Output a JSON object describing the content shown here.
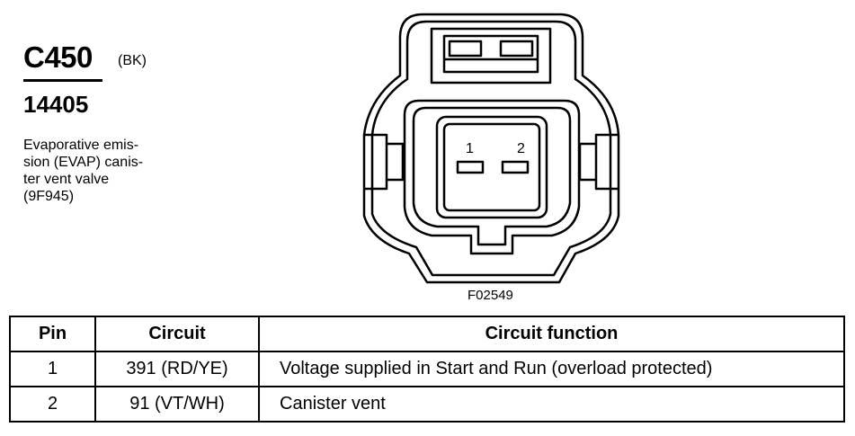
{
  "connector": {
    "id": "C450",
    "color": "(BK)",
    "part_number": "14405",
    "description_lines": [
      "Evaporative emis-",
      "sion (EVAP) canis-",
      "ter vent valve",
      "(9F945)"
    ],
    "figure_number": "F02549",
    "face_pin_labels": [
      "1",
      "2"
    ]
  },
  "table": {
    "headers": {
      "pin": "Pin",
      "circuit": "Circuit",
      "function": "Circuit function"
    },
    "rows": [
      {
        "pin": "1",
        "circuit": "391 (RD/YE)",
        "function": "Voltage supplied in Start and Run (overload protected)"
      },
      {
        "pin": "2",
        "circuit": "91 (VT/WH)",
        "function": "Canister vent"
      }
    ]
  }
}
